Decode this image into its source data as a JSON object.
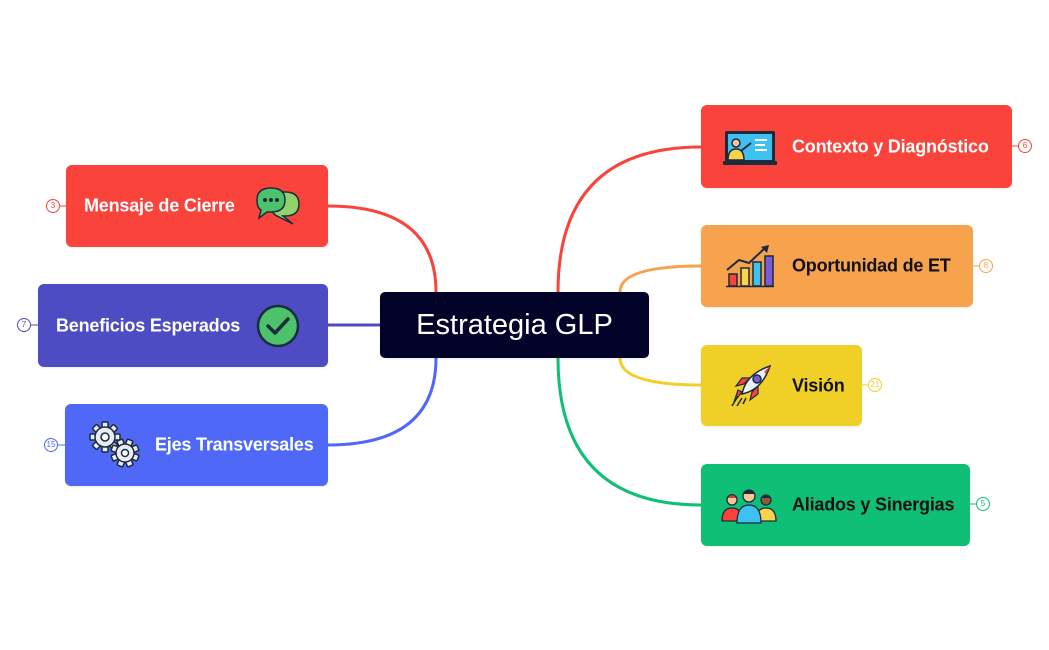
{
  "root": {
    "label": "Estrategia GLP",
    "color": "#03032a"
  },
  "topics": [
    {
      "id": "contexto",
      "label": "Contexto y Diagnóstico",
      "count": "6",
      "color": "#f9433b",
      "text_color": "#ffffff",
      "icon": "presentation-board-icon"
    },
    {
      "id": "oportunidad",
      "label": "Oportunidad de ET",
      "count": "8",
      "color": "#f7a24c",
      "text_color": "#111111",
      "icon": "growth-chart-icon"
    },
    {
      "id": "vision",
      "label": "Visión",
      "count": "21",
      "color": "#f0d026",
      "text_color": "#111111",
      "icon": "rocket-icon"
    },
    {
      "id": "aliados",
      "label": "Aliados y Sinergias",
      "count": "5",
      "color": "#0fbf76",
      "text_color": "#111111",
      "icon": "team-people-icon"
    },
    {
      "id": "mensaje",
      "label": "Mensaje de Cierre",
      "count": "3",
      "color": "#f9433b",
      "text_color": "#ffffff",
      "icon": "chat-bubbles-icon"
    },
    {
      "id": "beneficios",
      "label": "Beneficios Esperados",
      "count": "7",
      "color": "#4d4cc2",
      "text_color": "#ffffff",
      "icon": "checkmark-circle-icon"
    },
    {
      "id": "ejes",
      "label": "Ejes Transversales",
      "count": "15",
      "color": "#4f68f8",
      "text_color": "#ffffff",
      "icon": "gears-icon"
    }
  ]
}
